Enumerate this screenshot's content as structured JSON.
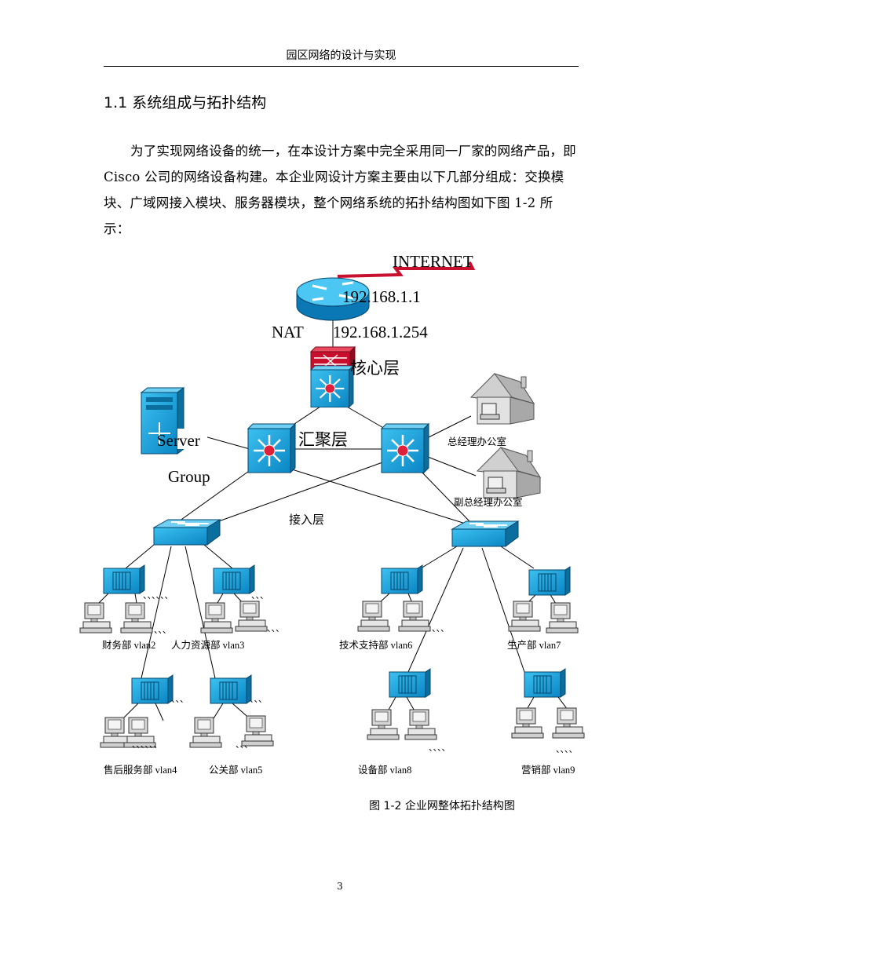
{
  "header": {
    "title": "园区网络的设计与实现"
  },
  "section": {
    "title": "1.1 系统组成与拓扑结构"
  },
  "body": {
    "paragraph": "为了实现网络设备的统一，在本设计方案中完全采用同一厂家的网络产品，即 Cisco 公司的网络设备构建。本企业网设计方案主要由以下几部分组成：交换模块、广域网接入模块、服务器模块，整个网络系统的拓扑结构图如下图 1-2 所示："
  },
  "diagram": {
    "internet_label": "INTERNET",
    "router_ip_outer": "192.168.1.1",
    "nat_label": "NAT",
    "router_ip_inner": "192.168.1.254",
    "core_label": "核心层",
    "distribution_label": "汇聚层",
    "access_label": "接入层",
    "server_label_1": "Server",
    "server_label_2": "Group",
    "office_gm": "总经理办公室",
    "office_dgm": "副总经理办公室",
    "dept_finance": "财务部 vlan2",
    "dept_hr": "人力资源部 vlan3",
    "dept_aftersales": "售后服务部 vlan4",
    "dept_pr": "公关部 vlan5",
    "dept_tech": "技术支持部 vlan6",
    "dept_production": "生产部 vlan7",
    "dept_equipment": "设备部 vlan8",
    "dept_marketing": "营销部 vlan9",
    "dots_long": "、、、、、、",
    "dots_mid": "、、、、",
    "dots_short": "、、、"
  },
  "caption": "图 1-2 企业网整体拓扑结构图",
  "page_number": "3",
  "colors": {
    "device_blue": "#1aa0d8",
    "device_dark": "#0a5f8a",
    "firewall_red": "#c8102e",
    "wan_red": "#c8102e",
    "house_gray": "#9a9a9a"
  }
}
